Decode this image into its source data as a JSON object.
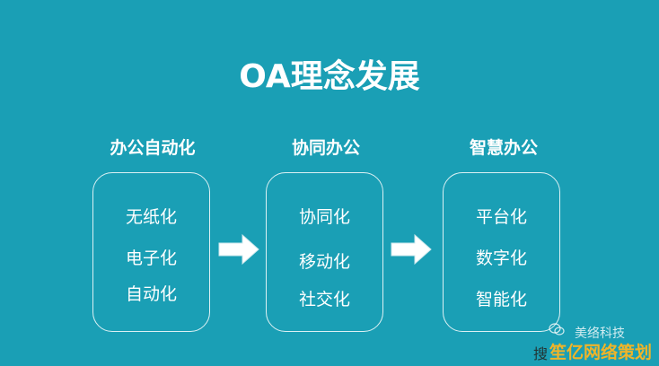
{
  "title": "OA理念发展",
  "columns": [
    {
      "heading": "办公自动化",
      "items": [
        "无纸化",
        "电子化",
        "自动化"
      ]
    },
    {
      "heading": "协同办公",
      "items": [
        "协同化",
        "移动化",
        "社交化"
      ]
    },
    {
      "heading": "智慧办公",
      "items": [
        "平台化",
        "数字化",
        "智能化"
      ]
    }
  ],
  "watermark": {
    "account": "美络科技",
    "prefix": "搜",
    "site": "笙亿网络策划"
  }
}
